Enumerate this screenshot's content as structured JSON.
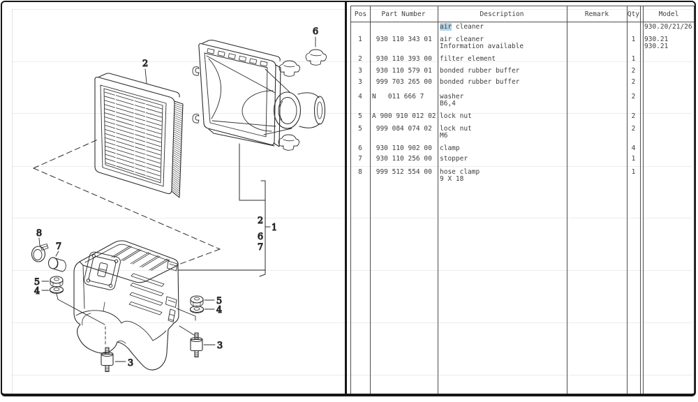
{
  "diagram": {
    "callouts": {
      "c2": "2",
      "c6": "6",
      "c8": "8",
      "c7": "7",
      "c5l": "5",
      "c4l": "4",
      "c5r": "5",
      "c4r": "4",
      "c3l": "3",
      "c3r": "3",
      "b2": "2",
      "b6": "6",
      "b7": "7",
      "b1": "1"
    }
  },
  "table": {
    "headers": [
      "Pos",
      "Part Number",
      "Description",
      "Remark",
      "Qty",
      "Model"
    ],
    "highlight_color": "#b5d3e8",
    "rows": [
      {
        "pos": "",
        "part": "",
        "desc": [
          "air cleaner"
        ],
        "hl": "air",
        "remark": "",
        "qty": "",
        "model": [
          "930.20/21/26"
        ]
      },
      {
        "pos": "1",
        "part": " 930 110 343 01",
        "desc": [
          "air cleaner",
          "Information available"
        ],
        "remark": "",
        "qty": "1",
        "model": [
          "930.21",
          "930.21"
        ]
      },
      {
        "pos": "2",
        "part": " 930 110 393 00",
        "desc": [
          "filter element"
        ],
        "remark": "",
        "qty": "1",
        "model": []
      },
      {
        "pos": "3",
        "part": " 930 110 579 01",
        "desc": [
          "bonded rubber buffer"
        ],
        "remark": "",
        "qty": "2",
        "model": []
      },
      {
        "pos": "3",
        "part": " 999 703 265 00",
        "desc": [
          "bonded rubber buffer"
        ],
        "remark": "",
        "qty": "2",
        "model": []
      },
      {
        "pos": "4",
        "part": "N   011 666 7",
        "desc": [
          "washer",
          "B6,4"
        ],
        "remark": "",
        "qty": "2",
        "model": []
      },
      {
        "pos": "5",
        "part": "A 900 910 012 02",
        "desc": [
          "lock nut"
        ],
        "remark": "",
        "qty": "2",
        "model": []
      },
      {
        "pos": "5",
        "part": " 999 084 074 02",
        "desc": [
          "lock nut",
          "M6"
        ],
        "remark": "",
        "qty": "2",
        "model": []
      },
      {
        "pos": "6",
        "part": " 930 110 902 00",
        "desc": [
          "clamp"
        ],
        "remark": "",
        "qty": "4",
        "model": []
      },
      {
        "pos": "7",
        "part": " 930 110 256 00",
        "desc": [
          "stopper"
        ],
        "remark": "",
        "qty": "1",
        "model": []
      },
      {
        "pos": "8",
        "part": " 999 512 554 00",
        "desc": [
          "hose clamp",
          "9 X 18"
        ],
        "remark": "",
        "qty": "1",
        "model": []
      }
    ]
  }
}
